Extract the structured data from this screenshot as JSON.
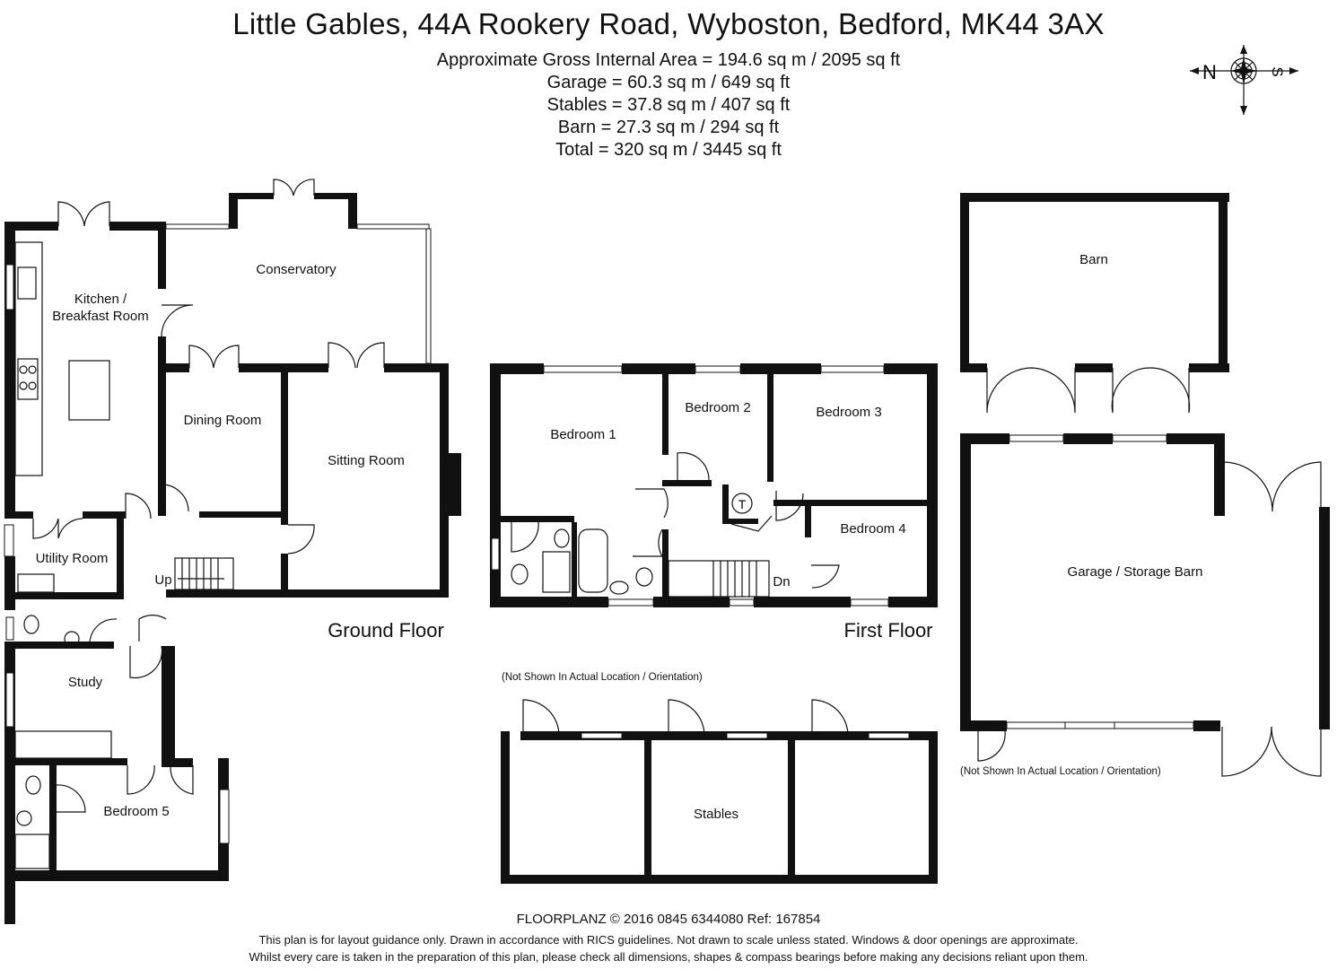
{
  "header": {
    "title": "Little Gables, 44A Rookery Road, Wyboston, Bedford, MK44 3AX",
    "areas": [
      "Approximate Gross Internal Area = 194.6 sq m / 2095 sq ft",
      "Garage = 60.3 sq m / 649 sq ft",
      "Stables = 37.8 sq m / 407 sq ft",
      "Barn = 27.3 sq m / 294 sq ft",
      "Total = 320 sq m / 3445 sq ft"
    ]
  },
  "compass": {
    "n": "N",
    "s": "S",
    "icon": "compass-rose-icon"
  },
  "ground_floor": {
    "label": "Ground Floor",
    "rooms": {
      "kitchen_1": "Kitchen /",
      "kitchen_2": "Breakfast Room",
      "conservatory": "Conservatory",
      "dining": "Dining Room",
      "sitting": "Sitting Room",
      "utility": "Utility Room",
      "study": "Study",
      "bedroom5": "Bedroom 5",
      "stairs": "Up"
    }
  },
  "first_floor": {
    "label": "First Floor",
    "rooms": {
      "bedroom1": "Bedroom 1",
      "bedroom2": "Bedroom 2",
      "bedroom3": "Bedroom 3",
      "bedroom4": "Bedroom 4",
      "stairs": "Dn",
      "tank": "T"
    }
  },
  "outbuildings": {
    "barn": "Barn",
    "garage": "Garage / Storage Barn",
    "stables": "Stables",
    "note_stables": "(Not Shown In Actual Location / Orientation)",
    "note_garage": "(Not Shown In Actual Location / Orientation)"
  },
  "footer": {
    "line1": "FLOORPLANZ © 2016   0845 6344080   Ref: 167854",
    "line2": "This plan is for layout guidance only. Drawn in accordance with RICS guidelines. Not drawn to scale unless stated. Windows & door openings are approximate.",
    "line3": "Whilst every care is taken in the preparation of this plan, please check all dimensions, shapes & compass bearings before making any decisions reliant upon them."
  }
}
